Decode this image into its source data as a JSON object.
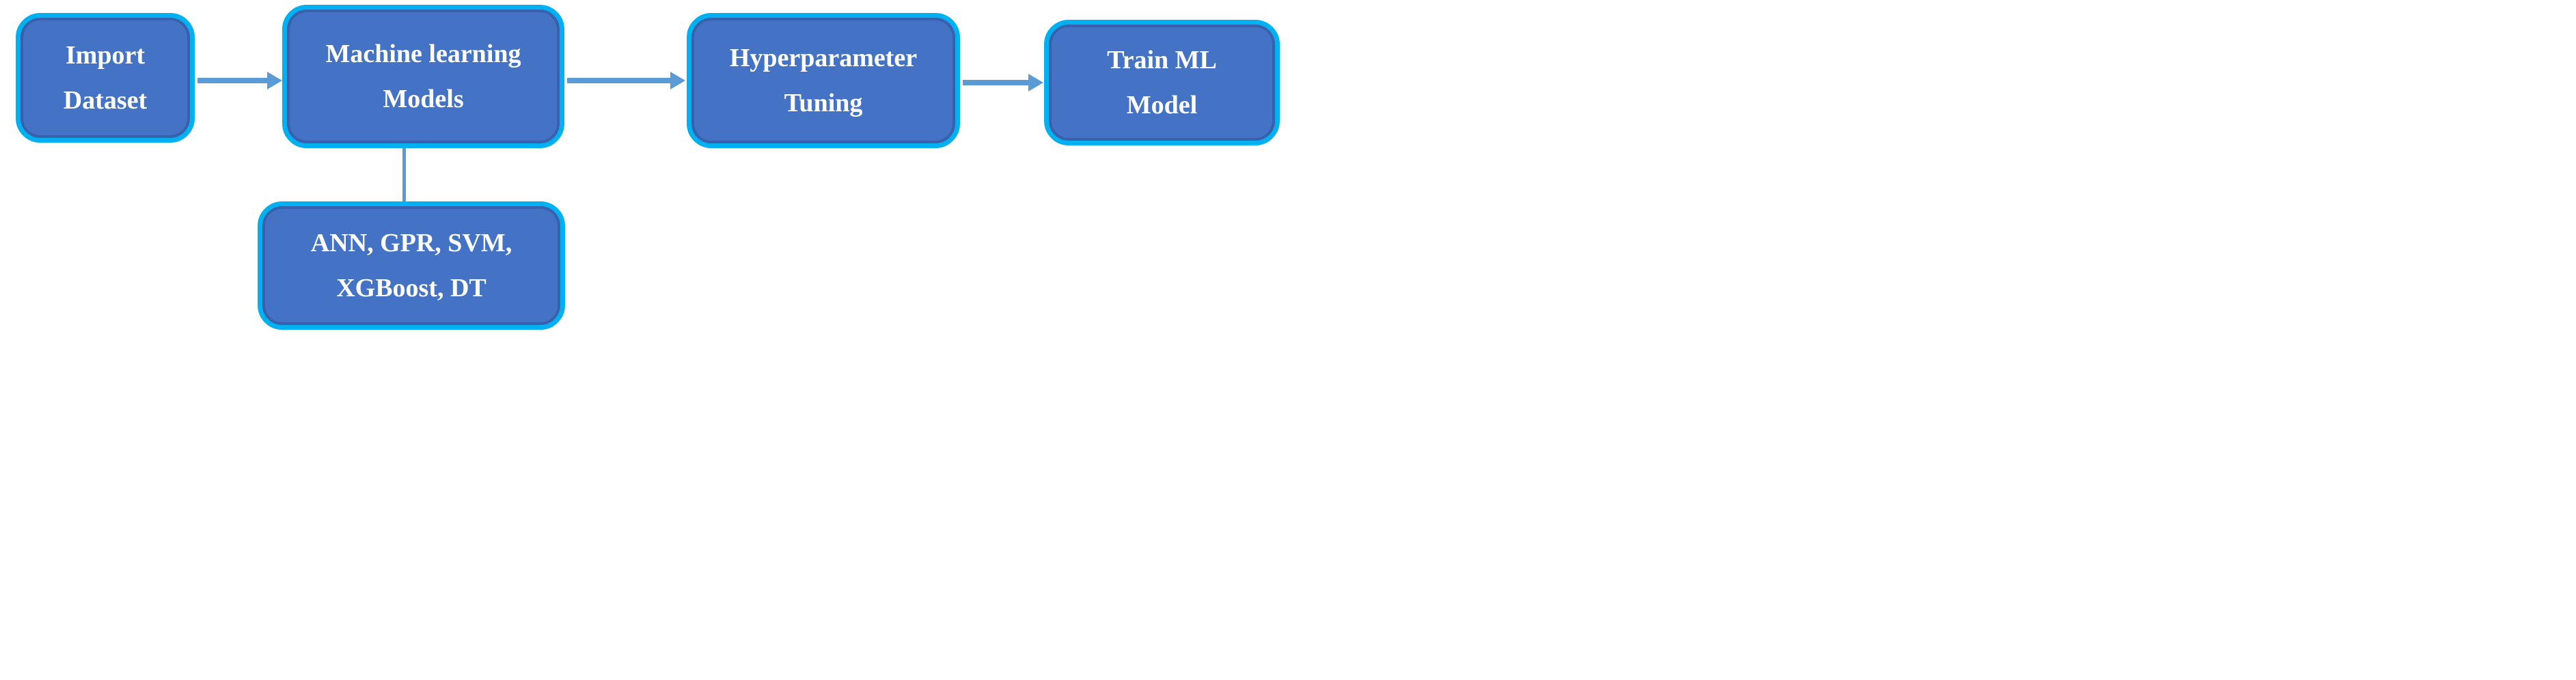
{
  "diagram": {
    "type": "flowchart",
    "colors": {
      "background": "#FFFFFF",
      "box_fill": "#4472C4",
      "box_border": "#00B0F0",
      "connector": "#5B9BD5",
      "text": "#FFFFFF"
    },
    "nodes": [
      {
        "id": "import-dataset",
        "lines": [
          "Import",
          "Dataset"
        ]
      },
      {
        "id": "machine-learning-models",
        "lines": [
          "Machine learning",
          "Models"
        ]
      },
      {
        "id": "hyperparameter-tuning",
        "lines": [
          "Hyperparameter",
          "Tuning"
        ]
      },
      {
        "id": "train-ml-model",
        "lines": [
          "Train ML",
          "Model"
        ]
      },
      {
        "id": "model-list",
        "lines": [
          "ANN, GPR, SVM,",
          "XGBoost, DT"
        ]
      }
    ],
    "connectors": [
      {
        "from": "import-dataset",
        "to": "machine-learning-models",
        "style": "arrow"
      },
      {
        "from": "machine-learning-models",
        "to": "hyperparameter-tuning",
        "style": "arrow"
      },
      {
        "from": "hyperparameter-tuning",
        "to": "train-ml-model",
        "style": "arrow"
      },
      {
        "from": "machine-learning-models",
        "to": "model-list",
        "style": "line"
      }
    ]
  }
}
